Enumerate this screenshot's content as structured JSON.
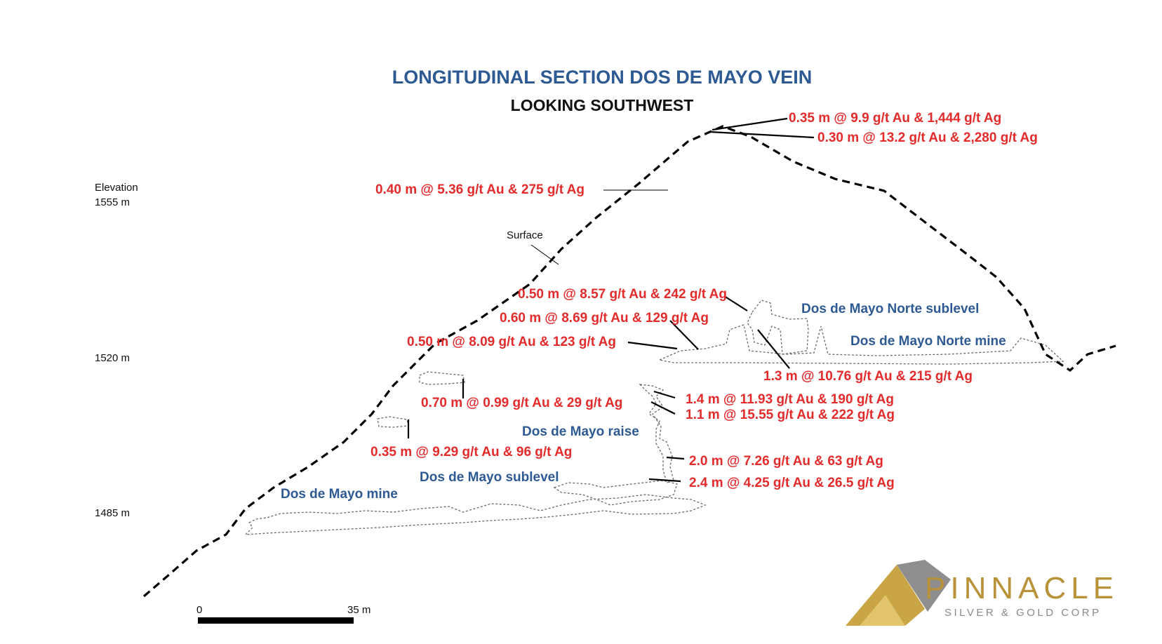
{
  "title": "LONGITUDINAL SECTION DOS DE MAYO VEIN",
  "subtitle": "LOOKING SOUTHWEST",
  "colors": {
    "assay": "#e32b2b",
    "workings": "#2e5a94",
    "title": "#2e5a94",
    "surface": "#000000",
    "logo_gold": "#c9a545",
    "logo_gray": "#888888"
  },
  "elevation": {
    "header": "Elevation",
    "levels": [
      "1555 m",
      "1520 m",
      "1485 m"
    ]
  },
  "surface_label": "Surface",
  "workings": {
    "norte_sublevel": "Dos de Mayo Norte sublevel",
    "norte_mine": "Dos de Mayo Norte mine",
    "raise": "Dos de Mayo raise",
    "sublevel": "Dos de Mayo sublevel",
    "mine": "Dos de Mayo mine"
  },
  "assays": [
    "0.35 m @ 9.9 g/t Au & 1,444 g/t Ag",
    "0.30 m @ 13.2 g/t Au & 2,280 g/t Ag",
    "0.40 m @ 5.36 g/t Au & 275 g/t Ag",
    "0.50 m @ 8.57 g/t Au & 242 g/t Ag",
    "0.60 m @ 8.69 g/t Au & 129 g/t Ag",
    "0.50 m @ 8.09 g/t Au & 123 g/t Ag",
    "1.3 m @ 10.76 g/t Au & 215 g/t Ag",
    "0.70 m @ 0.99 g/t Au & 29 g/t Ag",
    "1.4 m @ 11.93 g/t Au & 190 g/t Ag",
    "1.1 m @ 15.55 g/t Au & 222 g/t Ag",
    "0.35 m @ 9.29 g/t Au & 96 g/t Ag",
    "2.0 m @ 7.26 g/t Au & 63 g/t Ag",
    "2.4 m @ 4.25 g/t Au & 26.5 g/t Ag"
  ],
  "scale_bar": {
    "start": "0",
    "end": "35 m"
  },
  "logo": {
    "name": "PINNACLE",
    "tagline": "SILVER & GOLD CORP"
  }
}
